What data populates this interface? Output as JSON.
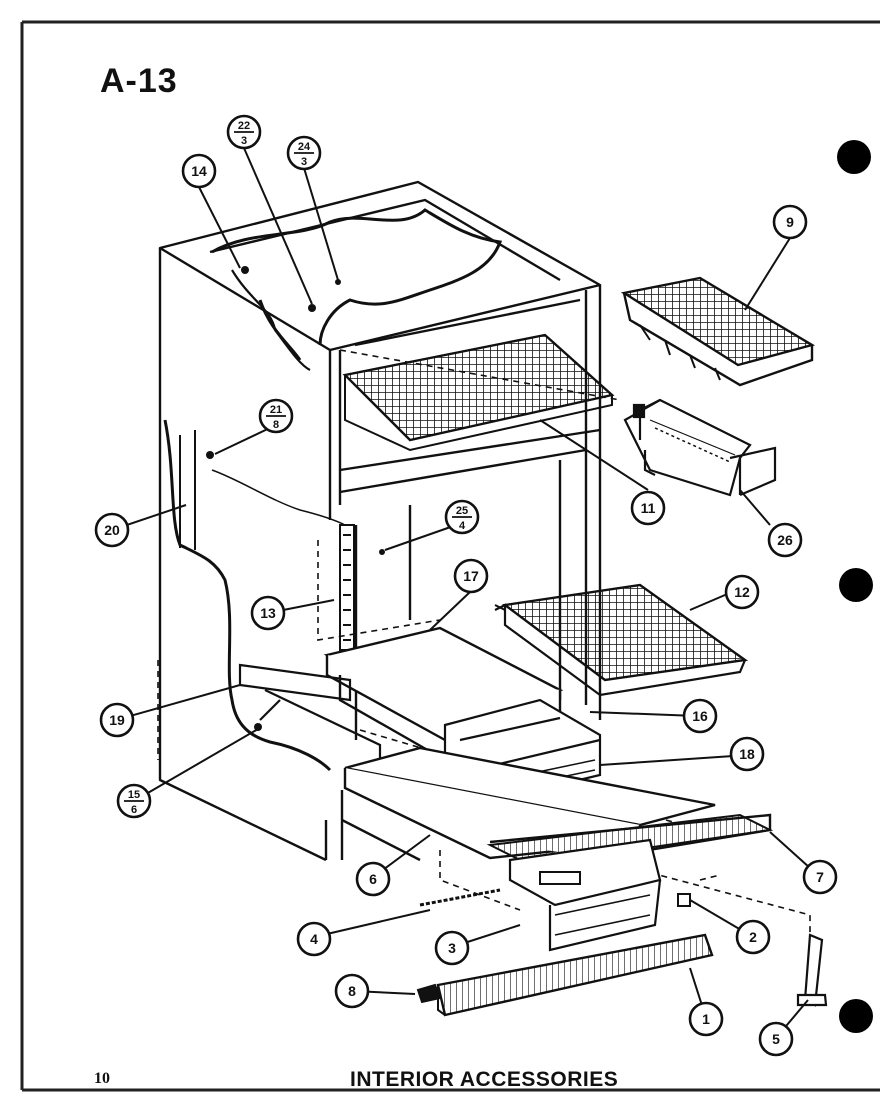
{
  "page_label": "A-13",
  "page_number": "10",
  "caption": "INTERIOR ACCESSORIES",
  "callouts": [
    {
      "id": "9",
      "label": "9"
    },
    {
      "id": "11",
      "label": "11"
    },
    {
      "id": "12",
      "label": "12"
    },
    {
      "id": "13",
      "label": "13"
    },
    {
      "id": "14",
      "label": "14"
    },
    {
      "id": "16",
      "label": "16"
    },
    {
      "id": "17",
      "label": "17"
    },
    {
      "id": "18",
      "label": "18"
    },
    {
      "id": "19",
      "label": "19"
    },
    {
      "id": "20",
      "label": "20"
    },
    {
      "id": "26",
      "label": "26"
    },
    {
      "id": "6",
      "label": "6"
    },
    {
      "id": "7",
      "label": "7"
    },
    {
      "id": "4",
      "label": "4"
    },
    {
      "id": "3",
      "label": "3"
    },
    {
      "id": "2",
      "label": "2"
    },
    {
      "id": "8",
      "label": "8"
    },
    {
      "id": "1",
      "label": "1"
    },
    {
      "id": "5",
      "label": "5"
    }
  ],
  "fraction_callouts": [
    {
      "id": "22-3",
      "top": "22",
      "bottom": "3"
    },
    {
      "id": "24-3",
      "top": "24",
      "bottom": "3"
    },
    {
      "id": "21-8",
      "top": "21",
      "bottom": "8"
    },
    {
      "id": "25-4",
      "top": "25",
      "bottom": "4"
    },
    {
      "id": "15-6",
      "top": "15",
      "bottom": "6"
    }
  ]
}
